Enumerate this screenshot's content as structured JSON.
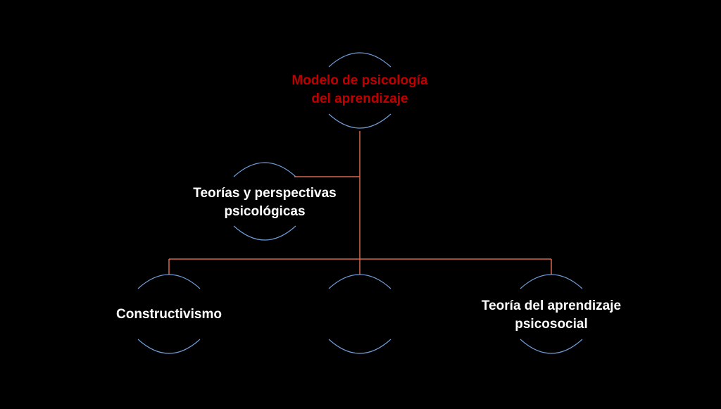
{
  "colors": {
    "background": "#000000",
    "connector": "#d8664e",
    "node_arc": "#6e9bd6",
    "root_text": "#c00000",
    "node_text": "#ffffff"
  },
  "nodes": {
    "root": {
      "label": "Modelo de psicología\ndel aprendizaje"
    },
    "assistant": {
      "label": "Teorías y perspectivas\npsicológicas"
    },
    "child_left": {
      "label": "Constructivismo"
    },
    "child_middle": {
      "label": ""
    },
    "child_right": {
      "label": "Teoría del aprendizaje\npsicosocial"
    }
  }
}
